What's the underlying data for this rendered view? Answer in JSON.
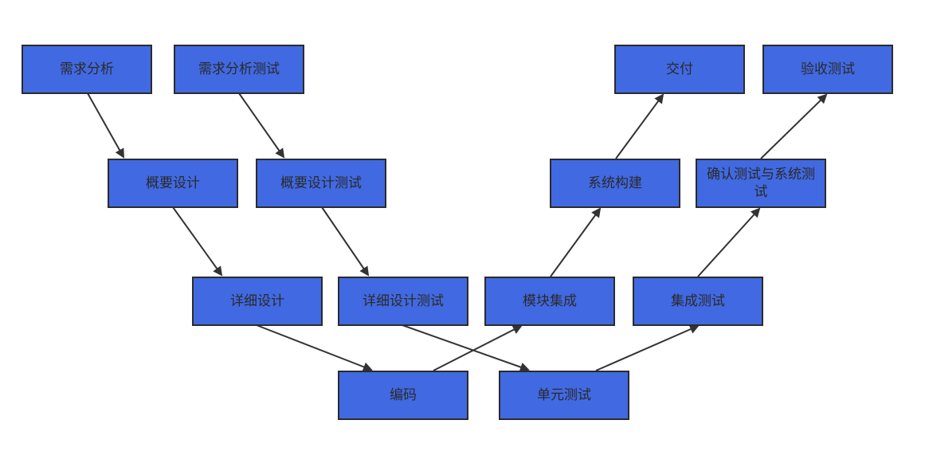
{
  "nodes": {
    "requirements_analysis": "需求分析",
    "requirements_analysis_test": "需求分析测试",
    "outline_design": "概要设计",
    "outline_design_test": "概要设计测试",
    "detailed_design": "详细设计",
    "detailed_design_test": "详细设计测试",
    "coding": "编码",
    "unit_test": "单元测试",
    "module_integration": "模块集成",
    "integration_test": "集成测试",
    "system_build": "系统构建",
    "confirm_and_system_test": "确认测试与系统测试",
    "delivery": "交付",
    "acceptance_test": "验收测试"
  },
  "edges": [
    [
      "requirements_analysis",
      "outline_design"
    ],
    [
      "requirements_analysis_test",
      "outline_design_test"
    ],
    [
      "outline_design",
      "detailed_design"
    ],
    [
      "outline_design_test",
      "detailed_design_test"
    ],
    [
      "detailed_design",
      "coding"
    ],
    [
      "detailed_design_test",
      "unit_test"
    ],
    [
      "coding",
      "module_integration"
    ],
    [
      "unit_test",
      "integration_test"
    ],
    [
      "module_integration",
      "system_build"
    ],
    [
      "integration_test",
      "confirm_and_system_test"
    ],
    [
      "system_build",
      "delivery"
    ],
    [
      "confirm_and_system_test",
      "acceptance_test"
    ]
  ],
  "colors": {
    "node_fill": "#4169e1",
    "node_border": "#2b2b2b",
    "arrow": "#333333"
  }
}
